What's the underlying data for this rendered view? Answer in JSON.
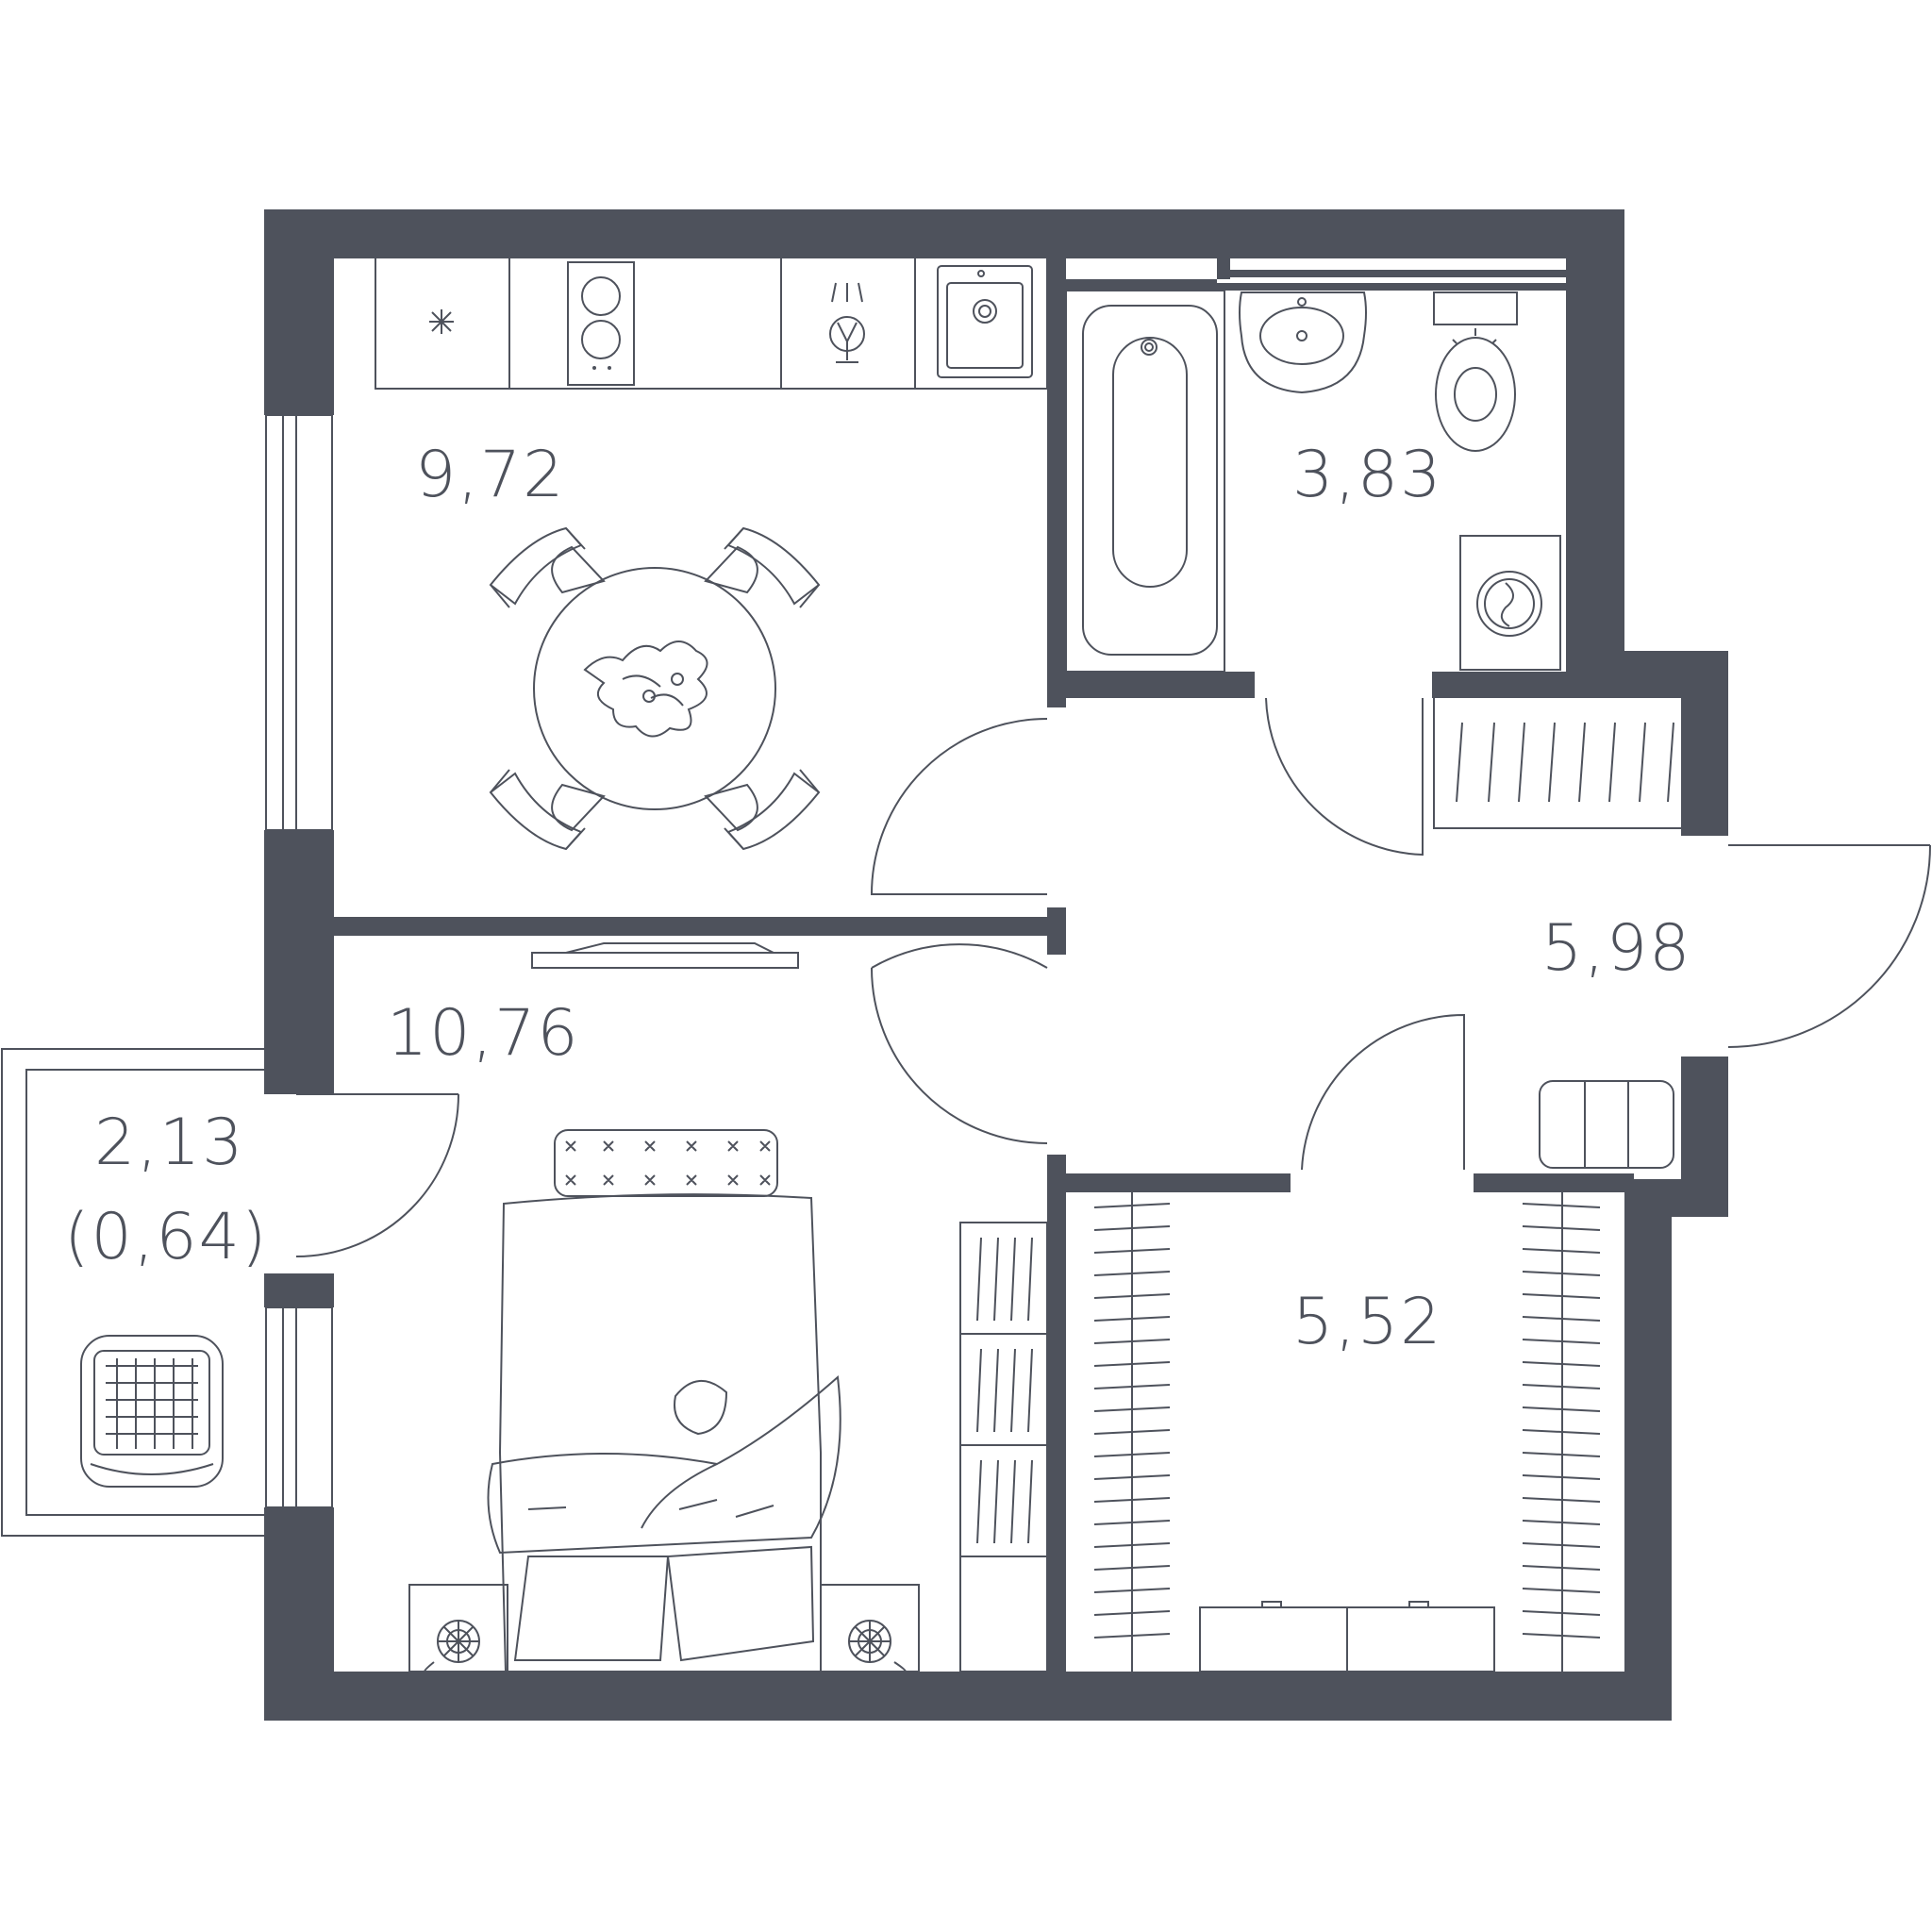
{
  "rooms": {
    "kitchen": {
      "area": "9,72"
    },
    "bathroom": {
      "area": "3,83"
    },
    "hall": {
      "area": "5,98"
    },
    "bedroom": {
      "area": "10,76"
    },
    "wardrobe": {
      "area": "5,52"
    },
    "balcony": {
      "area": "2,13",
      "reduced_area": "(0,64)"
    }
  },
  "colors": {
    "wall": "#4e525c",
    "background": "#ffffff"
  }
}
